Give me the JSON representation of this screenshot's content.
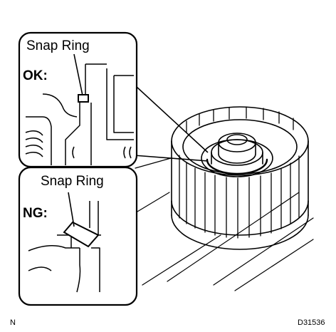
{
  "ok_panel": {
    "title": "Snap Ring",
    "status": "OK:"
  },
  "ng_panel": {
    "title": "Snap Ring",
    "status": "NG:"
  },
  "footer": {
    "left_mark": "N",
    "code": "D31536"
  },
  "colors": {
    "line": "#000000",
    "background": "#ffffff"
  }
}
